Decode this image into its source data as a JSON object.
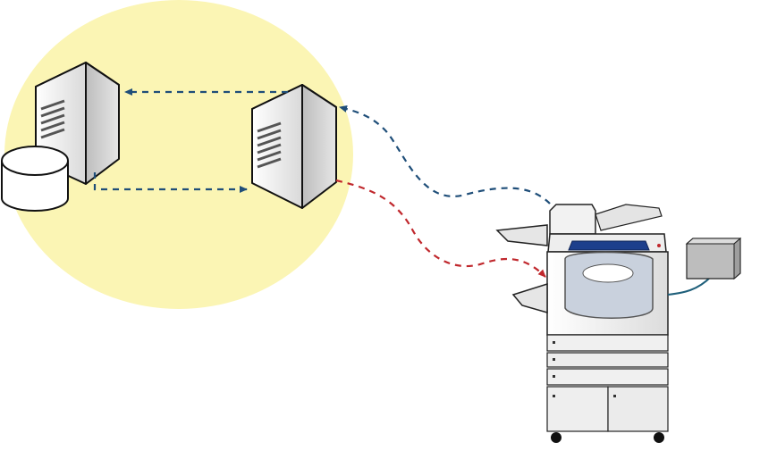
{
  "diagram": {
    "nodes": [
      {
        "id": "database-server",
        "kind": "server-with-database",
        "icon": "server-icon"
      },
      {
        "id": "application-server",
        "kind": "server",
        "icon": "server-icon"
      },
      {
        "id": "multifunction-device",
        "kind": "printer-copier",
        "icon": "printer-icon"
      },
      {
        "id": "external-terminal",
        "kind": "card-reader",
        "icon": "card-reader-icon"
      }
    ],
    "edges": [
      {
        "from": "application-server",
        "to": "database-server",
        "style": "dashed",
        "color": "#1f4e79"
      },
      {
        "from": "database-server",
        "to": "application-server",
        "style": "dashed",
        "color": "#1f4e79"
      },
      {
        "from": "multifunction-device",
        "to": "application-server",
        "style": "dashed",
        "color": "#1f4e79"
      },
      {
        "from": "application-server",
        "to": "multifunction-device",
        "style": "dashed",
        "color": "#c0282d"
      },
      {
        "from": "multifunction-device",
        "to": "external-terminal",
        "style": "solid",
        "color": "#1f5f7a"
      }
    ]
  },
  "colors": {
    "zone": "#fbf5b4",
    "request_arrow": "#1f4e79",
    "response_arrow": "#c0282d",
    "server_body": "#f2f2f2",
    "server_side": "#d0d0d0",
    "device_accent": "#1d3f8c"
  }
}
